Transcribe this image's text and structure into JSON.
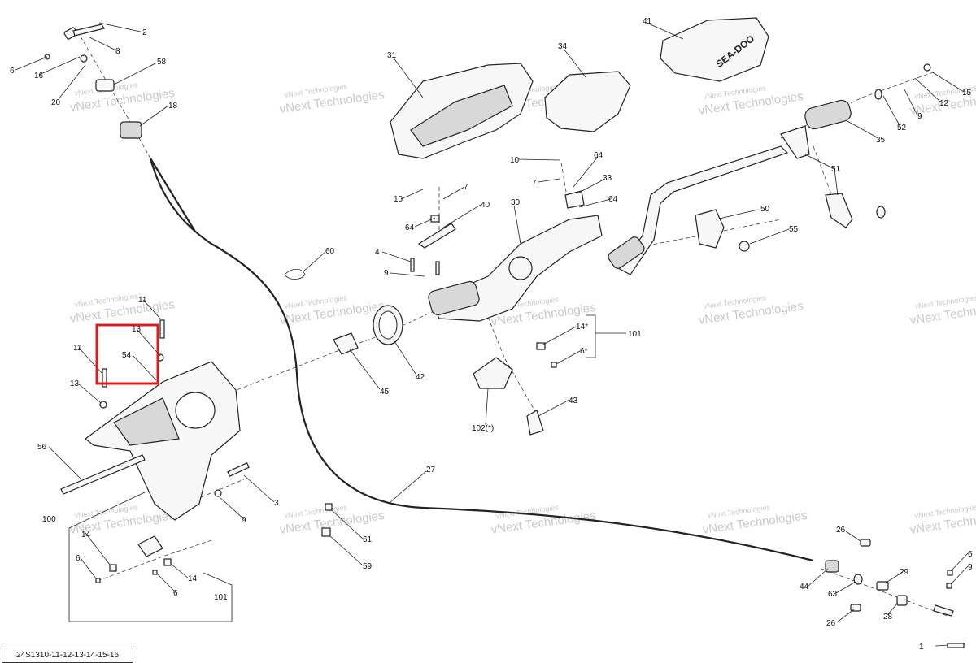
{
  "watermark": "vNext Technologies",
  "brand_logo_text": "SEA-DOO",
  "figure_code": "24S1310-11-12-13-14-15-16",
  "highlight_color": "#e01a1a",
  "callouts": [
    "2",
    "8",
    "6",
    "16",
    "20",
    "58",
    "18",
    "31",
    "34",
    "41",
    "15",
    "12",
    "9",
    "52",
    "35",
    "10",
    "7",
    "40",
    "64",
    "33",
    "30",
    "51",
    "50",
    "55",
    "60",
    "4",
    "54",
    "11",
    "13",
    "101",
    "14*",
    "6*",
    "42",
    "45",
    "43",
    "102(*)",
    "56",
    "3",
    "100",
    "14",
    "101",
    "27",
    "61",
    "59",
    "26",
    "44",
    "63",
    "29",
    "28",
    "1"
  ]
}
